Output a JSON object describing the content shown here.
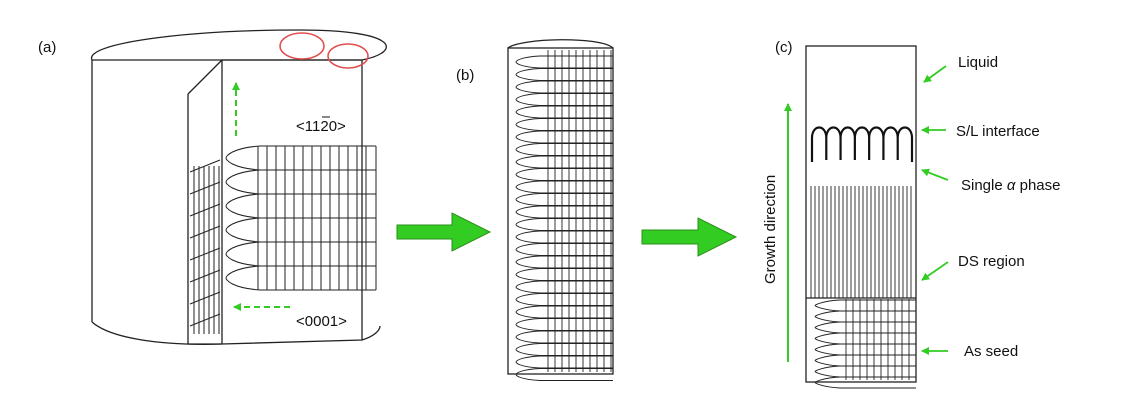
{
  "panels": {
    "a": "(a)",
    "b": "(b)",
    "c": "(c)"
  },
  "panel_a": {
    "direction_upper_prefix": "<11",
    "direction_upper_bar_digit": "2",
    "direction_upper_suffix": "0>",
    "direction_lower": "<0001>"
  },
  "panel_c": {
    "liquid": "Liquid",
    "interface": "S/L interface",
    "single_phase_prefix": "Single ",
    "single_phase_symbol": "α",
    "single_phase_suffix": " phase",
    "ds_region": "DS region",
    "as_seed": "As seed",
    "growth_direction": "Growth direction"
  },
  "colors": {
    "line": "#222222",
    "arrow_green": "#33cc22",
    "arrow_green_dark": "#2a8f1a",
    "highlight_red": "#e05050"
  }
}
